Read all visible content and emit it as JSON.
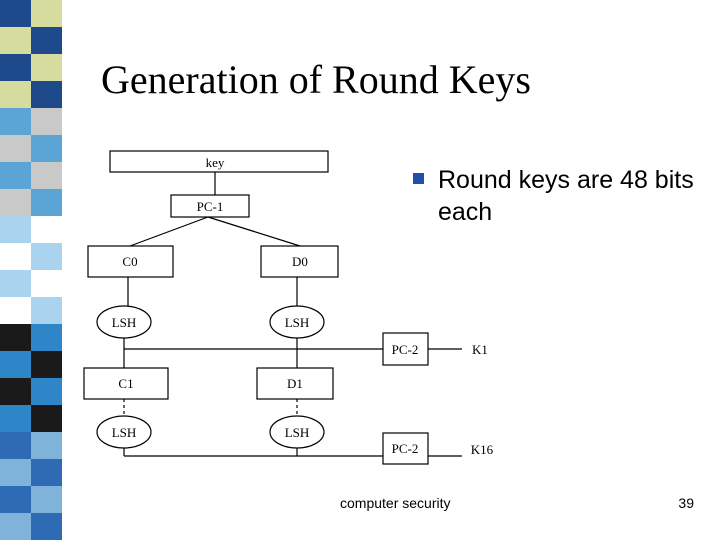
{
  "slide": {
    "title": "Generation of Round Keys",
    "bullet_text": "Round keys are 48 bits each",
    "footer_text": "computer security",
    "page_number": "39"
  },
  "diagram": {
    "key": "key",
    "pc1": "PC-1",
    "c0": "C0",
    "d0": "D0",
    "lsh_c_1": "LSH",
    "lsh_d_1": "LSH",
    "pc2_1": "PC-2",
    "k1": "K1",
    "c1": "C1",
    "d1": "D1",
    "lsh_c_2": "LSH",
    "lsh_d_2": "LSH",
    "pc2_2": "PC-2",
    "k16": "K16"
  },
  "colors": {
    "bullet": "#1f4fa6",
    "stripe_palette": [
      "#1e4a8c",
      "#2e86c8",
      "#5aa4d6",
      "#7fb3d9",
      "#a9d3ef",
      "#d6dc9e",
      "#1a1a1a",
      "#c9c9c9",
      "#2f6bb5",
      "#ffffff"
    ]
  }
}
